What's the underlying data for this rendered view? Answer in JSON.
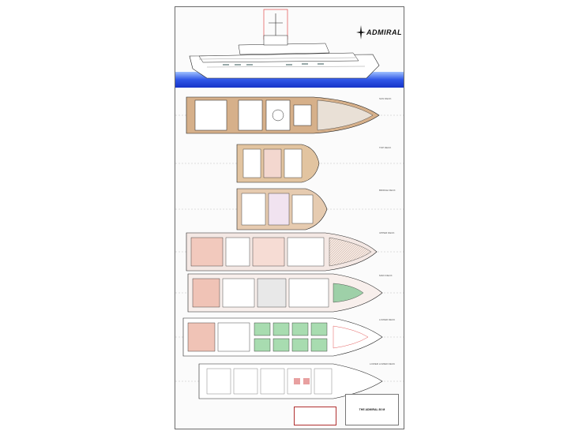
{
  "brand": {
    "name": "ADMIRAL",
    "logo_icon": "compass-star-icon"
  },
  "decks": [
    {
      "key": "sun",
      "label": "SUN DECK"
    },
    {
      "key": "top",
      "label": "TOP DECK"
    },
    {
      "key": "bridge",
      "label": "BRIDGE DECK"
    },
    {
      "key": "upper",
      "label": "UPPER DECK"
    },
    {
      "key": "main",
      "label": "MAIN DECK"
    },
    {
      "key": "lower",
      "label": "LOWER DECK"
    },
    {
      "key": "lower_lower",
      "label": "LOWER LOWER DECK"
    }
  ],
  "title_block": {
    "name": "THE ADMIRAL 80 M"
  },
  "colors": {
    "sea": "#1f3fd6",
    "sea_light": "#8fb2ff",
    "wood": "#c98f5e",
    "line": "#2a2a2a",
    "room": "#e8b4a8",
    "green_room": "#8fcf9a",
    "notes_border": "#b03030"
  }
}
